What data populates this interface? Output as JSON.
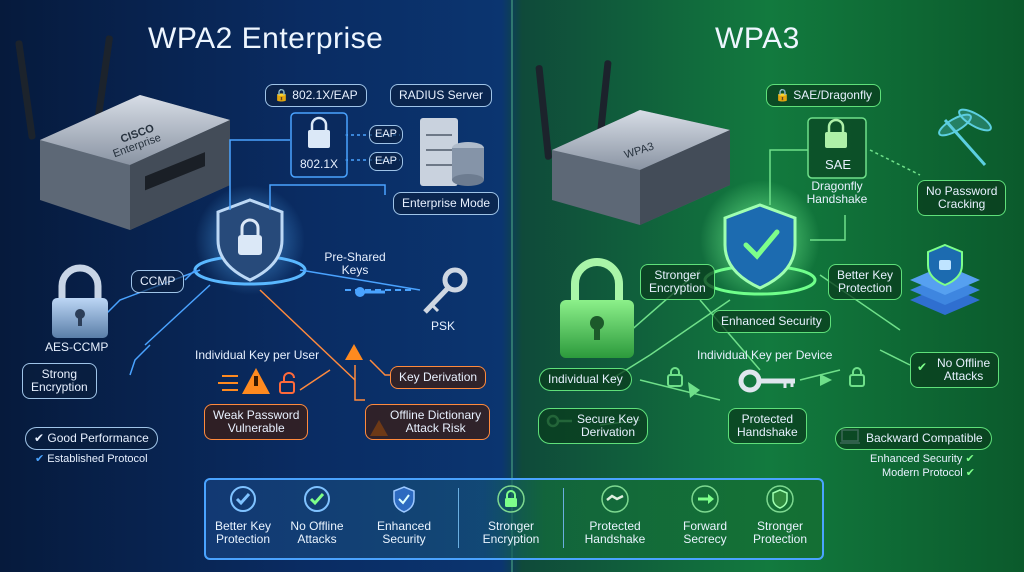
{
  "titles": {
    "left": "WPA2 Enterprise",
    "right": "WPA3"
  },
  "router": {
    "left_brand": "CISCO",
    "left_model": "Enterprise",
    "right_model": "WPA3"
  },
  "left": {
    "tag_8021x": "802.1X/EAP",
    "radius": "RADIUS Server",
    "box_8021x": "802.1X",
    "eap1": "EAP",
    "eap2": "EAP",
    "enterprise_mode": "Enterprise Mode",
    "psk_label": "Pre-Shared\nKeys",
    "ccmp": "CCMP",
    "psk": "PSK",
    "aes": "AES-CCMP",
    "individual_key": "Individual Key per User",
    "strong_enc": "Strong\nEncryption",
    "key_derivation": "Key Derivation",
    "weak_pw": "Weak Password\nVulnerable",
    "offline_dict": "Offline Dictionary\nAttack Risk",
    "good_perf": "Good Performance",
    "established": "Established Protocol"
  },
  "right": {
    "tag_sae": "SAE/Dragonfly",
    "sae": "SAE",
    "dragonfly": "Dragonfly\nHandshake",
    "no_pw_crack": "No Password\nCracking",
    "stronger_enc": "Stronger\nEncryption",
    "better_key": "Better Key\nProtection",
    "enhanced": "Enhanced Security",
    "individual_device": "Individual Key per Device",
    "individual_key": "Individual Key",
    "no_offline": "No Offline\nAttacks",
    "secure_key": "Secure Key\nDerivation",
    "protected_hs": "Protected\nHandshake",
    "backward": "Backward Compatible",
    "enhanced_sec": "Enhanced Security",
    "modern": "Modern Protocol"
  },
  "bottom": [
    {
      "label": "Better Key\nProtection",
      "icon": "check-circle-icon"
    },
    {
      "label": "No Offline\nAttacks",
      "icon": "check-shield-icon"
    },
    {
      "label": "Enhanced\nSecurity",
      "icon": "shield-icon"
    },
    {
      "label": "Stronger\nEncryption",
      "icon": "lock-icon"
    },
    {
      "label": "Protected\nHandshake",
      "icon": "handshake-icon"
    },
    {
      "label": "Forward\nSecrecy",
      "icon": "arrow-right-icon"
    },
    {
      "label": "Stronger\nProtection",
      "icon": "shield-icon"
    }
  ],
  "colors": {
    "blue_accent": "#4aa3ff",
    "green_accent": "#5fe07a",
    "warning": "#ff8a3d"
  }
}
